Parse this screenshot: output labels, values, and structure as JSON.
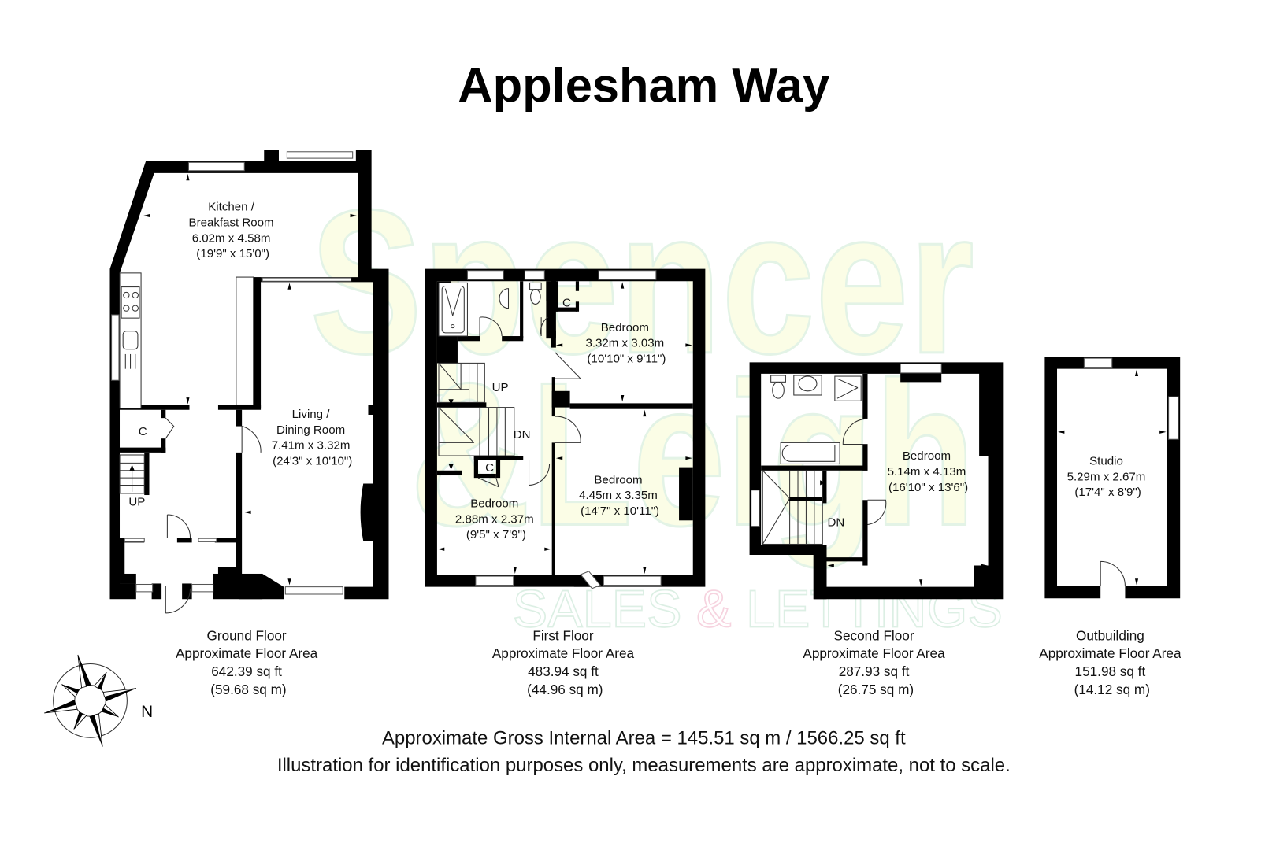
{
  "title": "Applesham Way",
  "watermark": {
    "brand_line1": "Spencer",
    "brand_line2": "&Leigh",
    "tagline_left": "SALES ",
    "tagline_amp": "&",
    "tagline_right": " LETTINGS",
    "colors": {
      "outline": "#e3f3e6",
      "fill": "#fbfde6",
      "amp": "#f6d3df"
    }
  },
  "compass": {
    "label": "N",
    "icon": "compass-rose-icon"
  },
  "floors": [
    {
      "name": "Ground Floor",
      "area_label": "Approximate Floor Area",
      "sq_ft": "642.39 sq ft",
      "sq_m": "(59.68 sq m)",
      "rooms": [
        {
          "name_line1": "Kitchen /",
          "name_line2": "Breakfast Room",
          "metric": "6.02m x 4.58m",
          "imperial": "(19'9\" x 15'0\")"
        },
        {
          "name_line1": "Living /",
          "name_line2": "Dining Room",
          "metric": "7.41m x 3.32m",
          "imperial": "(24'3\" x 10'10\")"
        }
      ],
      "labels": {
        "cupboard": "C",
        "stairs": "UP"
      }
    },
    {
      "name": "First Floor",
      "area_label": "Approximate Floor Area",
      "sq_ft": "483.94 sq ft",
      "sq_m": "(44.96 sq m)",
      "rooms": [
        {
          "name": "Bedroom",
          "metric": "3.32m x 3.03m",
          "imperial": "(10'10\" x 9'11\")"
        },
        {
          "name": "Bedroom",
          "metric": "4.45m x 3.35m",
          "imperial": "(14'7\" x 10'11\")"
        },
        {
          "name": "Bedroom",
          "metric": "2.88m x 2.37m",
          "imperial": "(9'5\" x 7'9\")"
        }
      ],
      "labels": {
        "cupboard1": "C",
        "cupboard2": "C",
        "stairs_up": "UP",
        "stairs_down": "DN"
      }
    },
    {
      "name": "Second Floor",
      "area_label": "Approximate Floor Area",
      "sq_ft": "287.93 sq ft",
      "sq_m": "(26.75 sq m)",
      "rooms": [
        {
          "name": "Bedroom",
          "metric": "5.14m x 4.13m",
          "imperial": "(16'10\" x 13'6\")"
        }
      ],
      "labels": {
        "stairs_down": "DN"
      }
    },
    {
      "name": "Outbuilding",
      "area_label": "Approximate Floor Area",
      "sq_ft": "151.98 sq ft",
      "sq_m": "(14.12 sq m)",
      "rooms": [
        {
          "name": "Studio",
          "metric": "5.29m x 2.67m",
          "imperial": "(17'4\" x 8'9\")"
        }
      ]
    }
  ],
  "footer": {
    "gross_area": "Approximate Gross Internal Area = 145.51 sq m / 1566.25 sq ft",
    "disclaimer": "Illustration for identification purposes only, measurements are approximate, not to scale."
  }
}
